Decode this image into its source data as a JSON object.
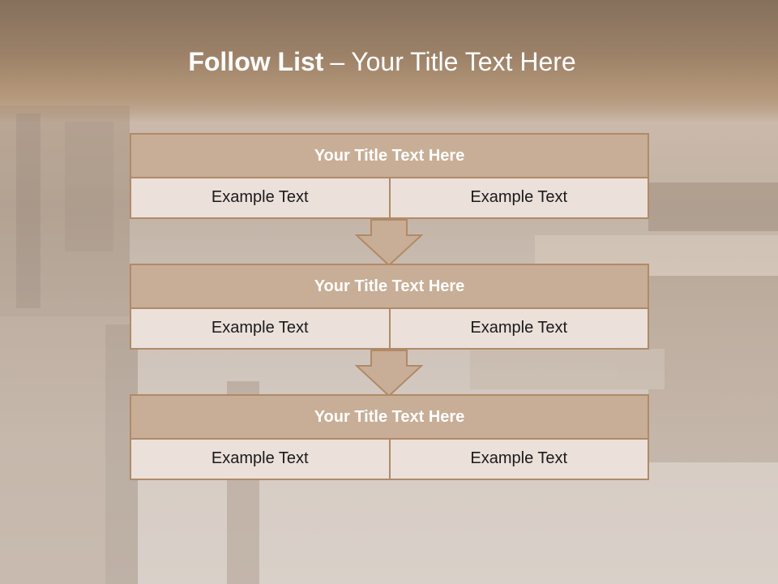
{
  "slide": {
    "title_bold": "Follow List",
    "title_separator": "–",
    "title_rest": "Your Title Text Here"
  },
  "blocks": [
    {
      "title": "Your Title Text Here",
      "cells": [
        "Example Text",
        "Example Text"
      ]
    },
    {
      "title": "Your Title Text Here",
      "cells": [
        "Example Text",
        "Example Text"
      ]
    },
    {
      "title": "Your Title Text Here",
      "cells": [
        "Example Text",
        "Example Text"
      ]
    }
  ],
  "colors": {
    "header_band": "#9c8168",
    "block_title_fill": "#c8ae96",
    "block_border": "#b08a68",
    "cell_fill": "#ebe0da",
    "arrow_fill": "#c8ae96"
  }
}
